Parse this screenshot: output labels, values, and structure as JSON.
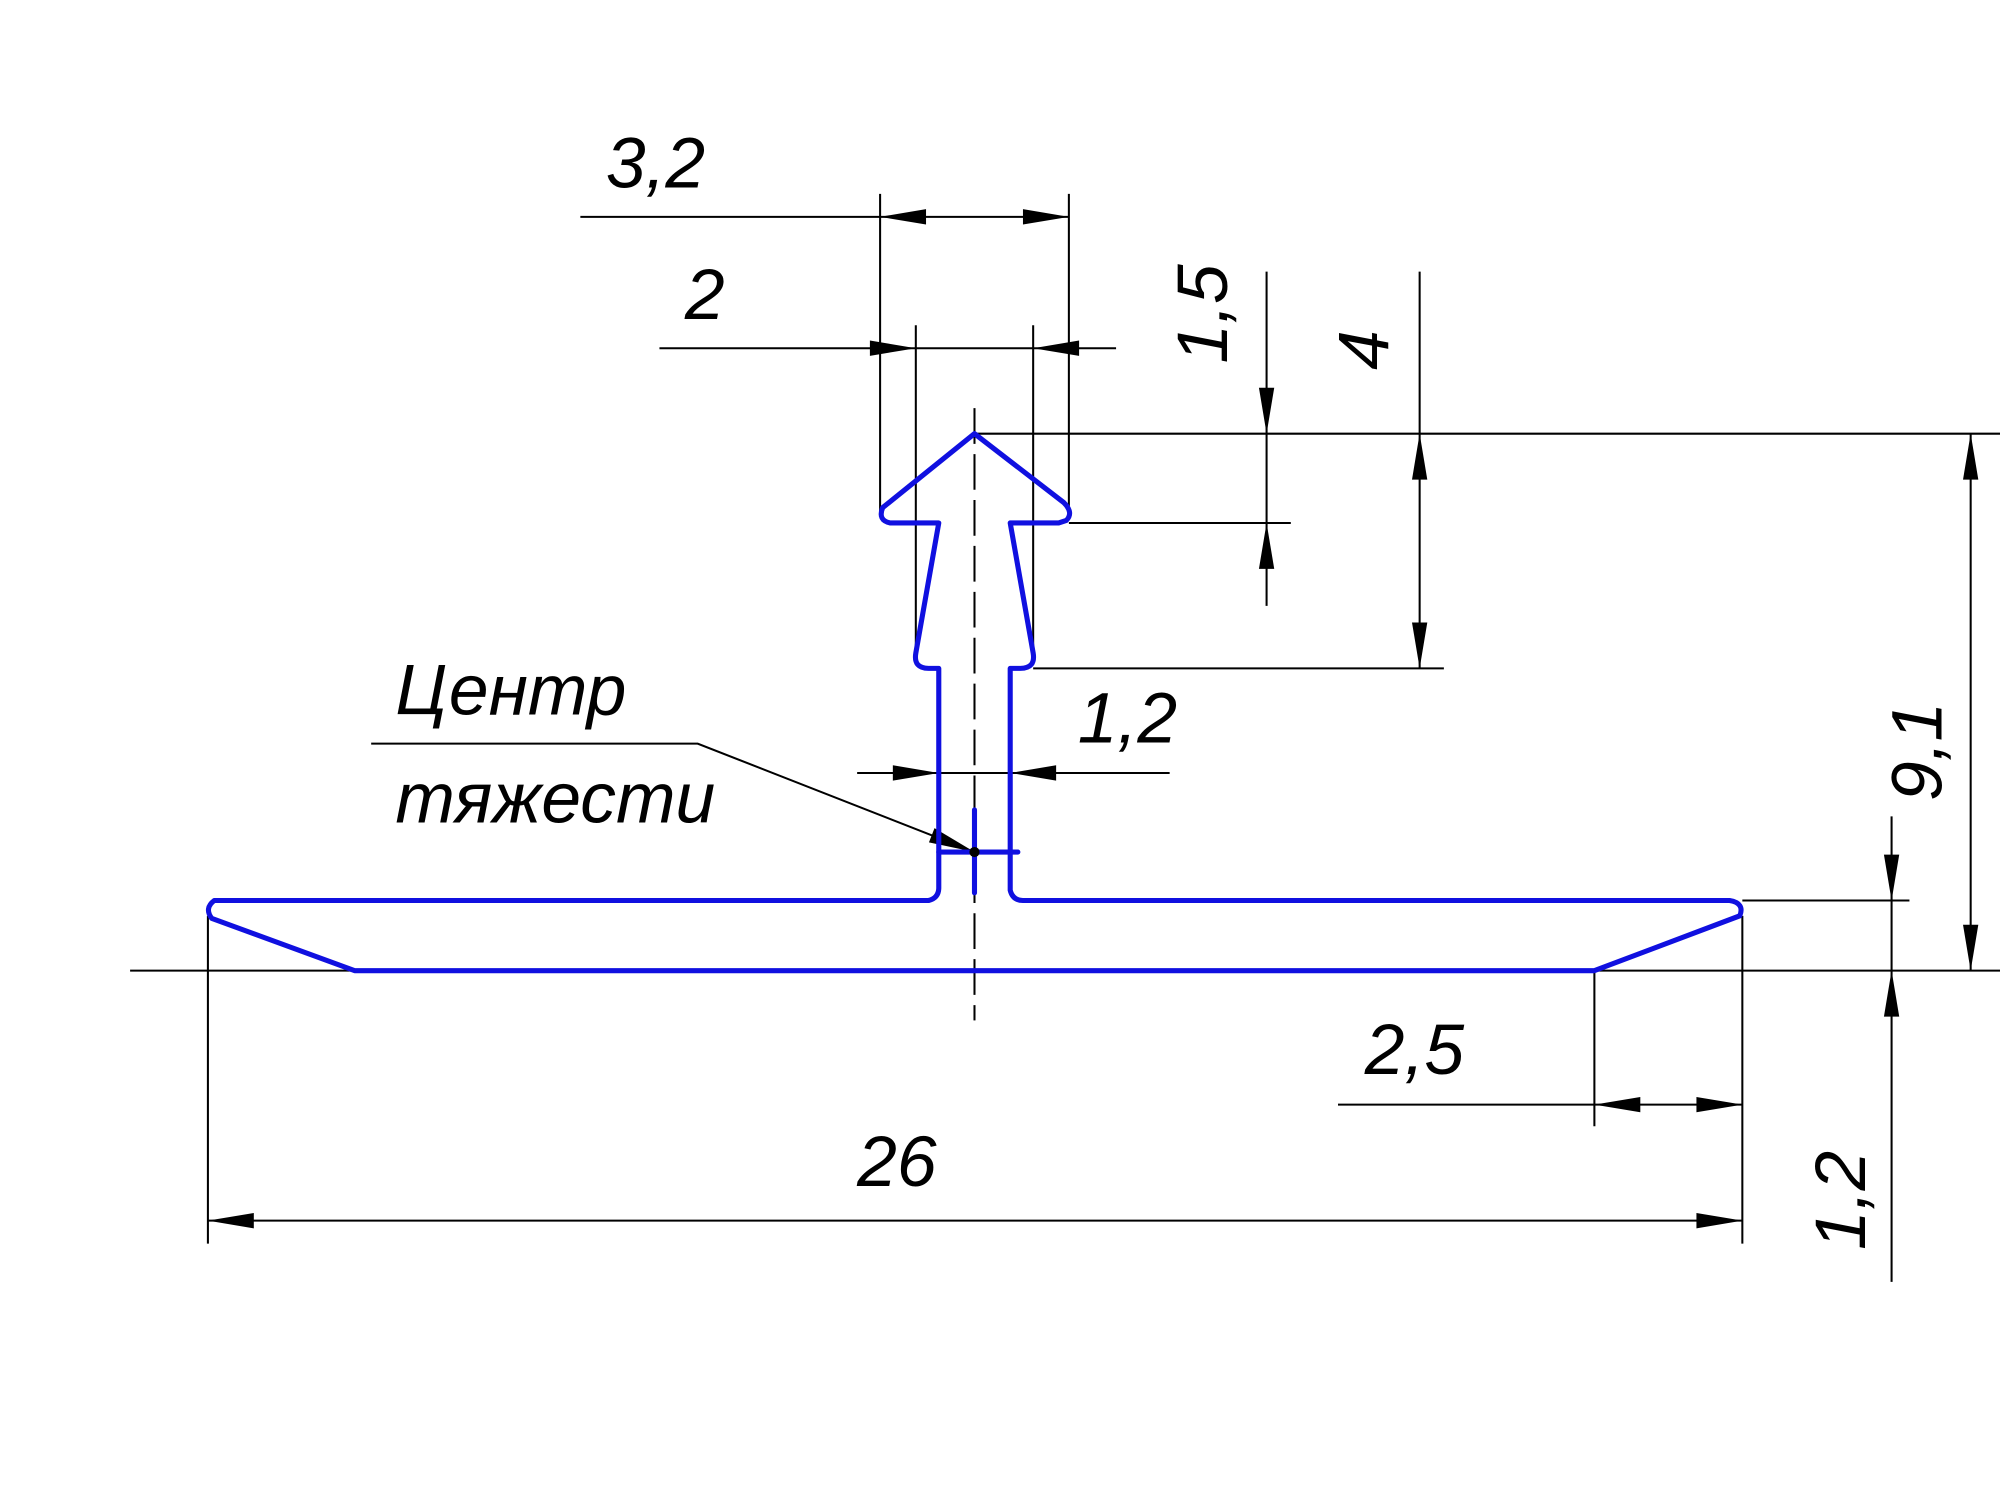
{
  "drawing": {
    "part_color": "#1010e0",
    "dimension_color": "#000000",
    "dimensions": {
      "cap_width": "3,2",
      "stem_top_width": "2",
      "cap_height": "1,5",
      "head_height": "4",
      "total_height": "9,1",
      "stem_width": "1,2",
      "flange_thickness": "1,2",
      "chamfer_width": "2,5",
      "flange_width": "26"
    },
    "leader": {
      "line1": "Центр",
      "line2": "тяжести"
    }
  }
}
